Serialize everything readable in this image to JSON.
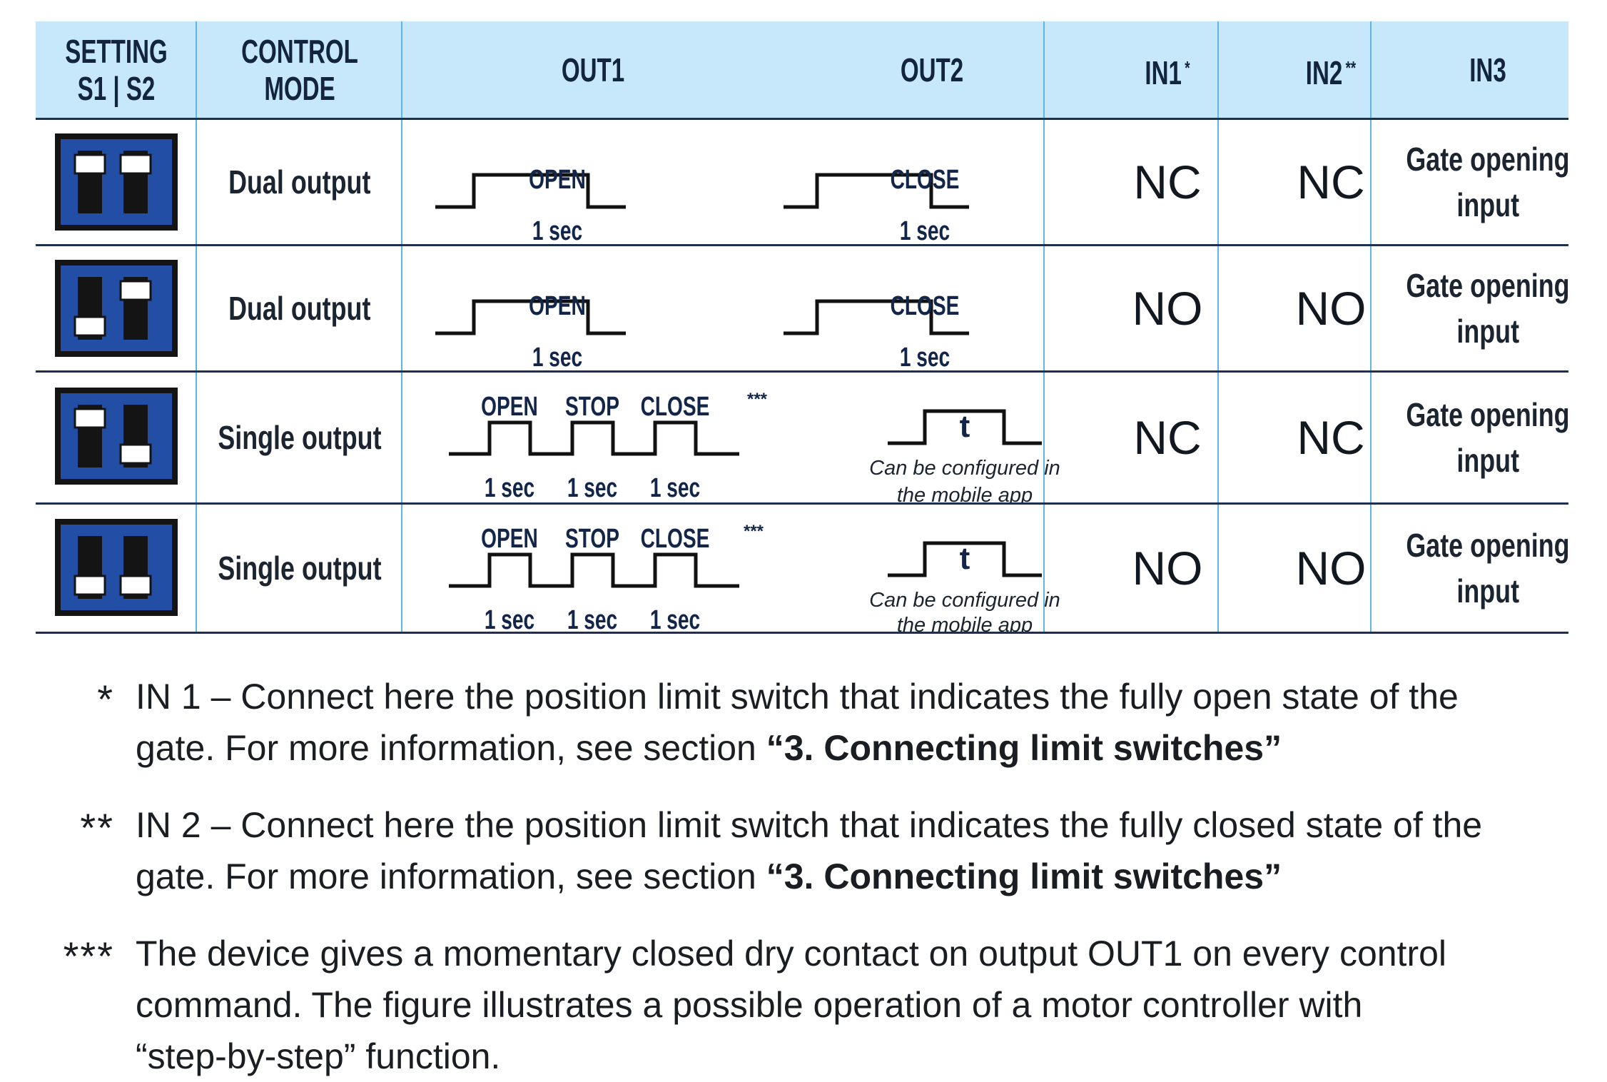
{
  "header": {
    "setting_line1": "SETTING",
    "setting_line2": "S1 | S2",
    "mode_line1": "CONTROL",
    "mode_line2": "MODE",
    "out1": "OUT1",
    "out2": "OUT2",
    "in1": "IN1",
    "in1_mark": "*",
    "in2": "IN2",
    "in2_mark": "**",
    "in3": "IN3"
  },
  "rows": [
    {
      "switches": [
        "up",
        "up"
      ],
      "mode": "Dual output",
      "out1": {
        "label": "OPEN",
        "duration": "1 sec"
      },
      "out2": {
        "label": "CLOSE",
        "duration": "1 sec"
      },
      "in1": "NC",
      "in2": "NC",
      "in3_line1": "Gate opening",
      "in3_line2": "input"
    },
    {
      "switches": [
        "down",
        "up"
      ],
      "mode": "Dual output",
      "out1": {
        "label": "OPEN",
        "duration": "1 sec"
      },
      "out2": {
        "label": "CLOSE",
        "duration": "1 sec"
      },
      "in1": "NO",
      "in2": "NO",
      "in3_line1": "Gate opening",
      "in3_line2": "input"
    },
    {
      "switches": [
        "up",
        "down"
      ],
      "mode": "Single output",
      "out1": {
        "labels": [
          "OPEN",
          "STOP",
          "CLOSE"
        ],
        "durations": [
          "1 sec",
          "1 sec",
          "1 sec"
        ],
        "mark": "***"
      },
      "out2": {
        "label": "t",
        "note_line1": "Can be configured in",
        "note_line2": "the mobile app"
      },
      "in1": "NC",
      "in2": "NC",
      "in3_line1": "Gate opening",
      "in3_line2": "input"
    },
    {
      "switches": [
        "down",
        "down"
      ],
      "mode": "Single output",
      "out1": {
        "labels": [
          "OPEN",
          "STOP",
          "CLOSE"
        ],
        "durations": [
          "1 sec",
          "1 sec",
          "1 sec"
        ],
        "mark": "***"
      },
      "out2": {
        "label": "t",
        "note_line1": "Can be configured in",
        "note_line2": "the mobile app"
      },
      "in1": "NO",
      "in2": "NO",
      "in3_line1": "Gate opening",
      "in3_line2": "input"
    }
  ],
  "notes": [
    {
      "mark": "*",
      "line1": "IN 1 – Connect here the position limit switch that indicates the fully open state of the",
      "line2_pre": "gate. For more information, see section ",
      "line2_bold": "“3. Connecting limit switches”"
    },
    {
      "mark": "**",
      "line1": "IN 2 – Connect here the position limit switch that indicates the fully closed state of the",
      "line2_pre": "gate. For more information, see section ",
      "line2_bold": "“3. Connecting limit switches”"
    },
    {
      "mark": "***",
      "line1": "The device gives a momentary closed dry contact on output OUT1 on every control",
      "line2": "command. The figure illustrates a possible operation of a motor controller with",
      "line3": "“step-by-step” function."
    }
  ],
  "colors": {
    "header_bg": "#c6e8fa",
    "dip_blue": "#234ea6",
    "row_line": "#1e2f4f",
    "col_line": "#5fb6e2"
  }
}
